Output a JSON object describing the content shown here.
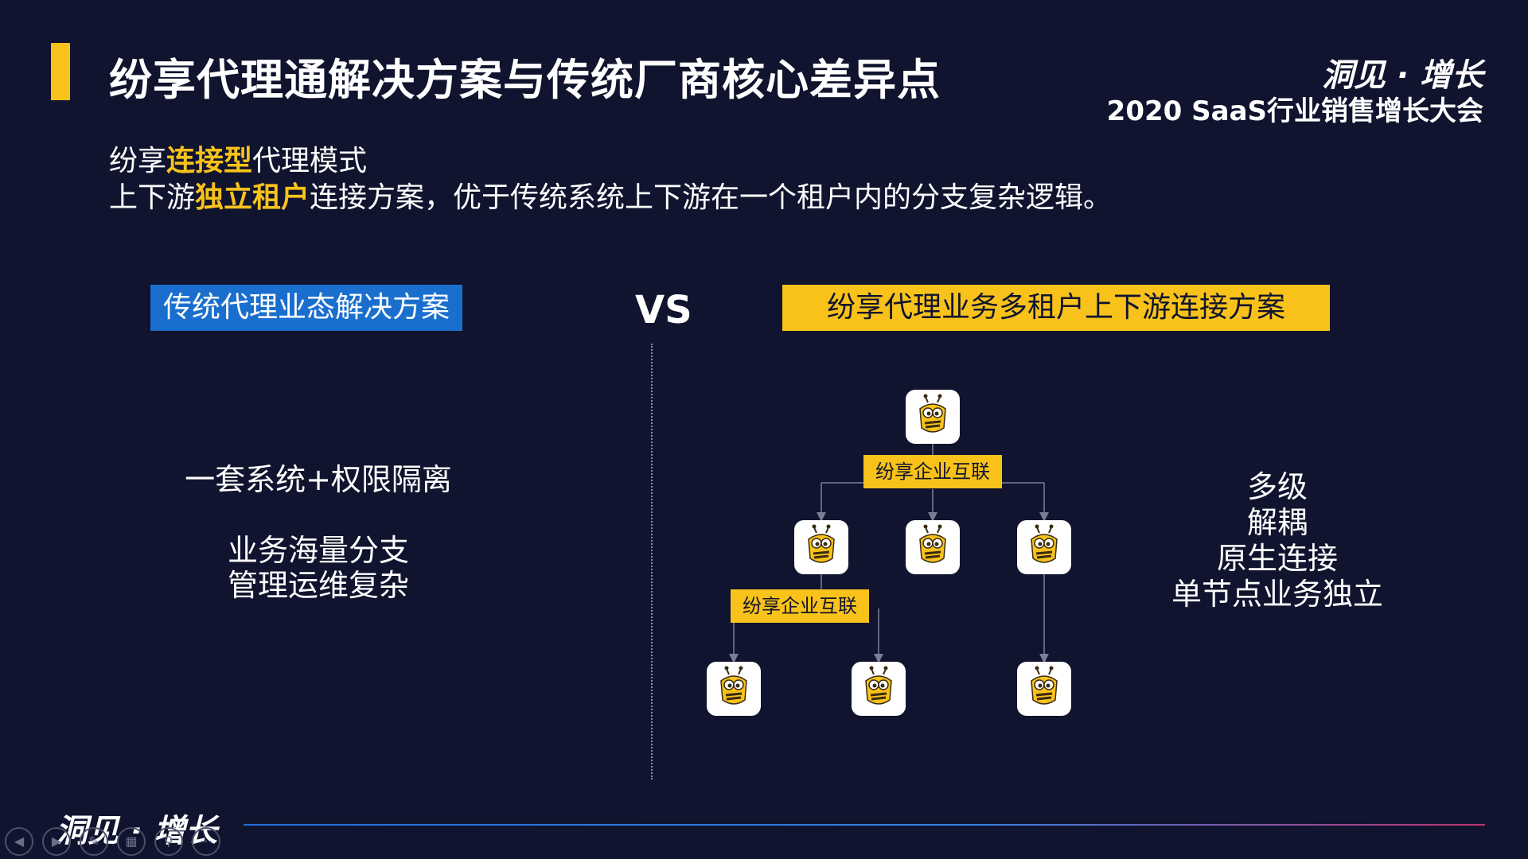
{
  "title": "纷享代理通解决方案与传统厂商核心差异点",
  "brand": {
    "logo": "洞见 · 增长",
    "event": "2020 SaaS行业销售增长大会"
  },
  "intro": {
    "line1_pre": "纷享",
    "line1_hl": "连接型",
    "line1_post": "代理模式",
    "line2_pre": "上下游",
    "line2_hl": "独立租户",
    "line2_post": "连接方案，优于传统系统上下游在一个租户内的分支复杂逻辑。"
  },
  "left": {
    "tag": "传统代理业态解决方案",
    "line1": "一套系统+权限隔离",
    "line2": "业务海量分支",
    "line3": "管理运维复杂"
  },
  "vs": "VS",
  "right": {
    "tag": "纷享代理业务多租户上下游连接方案",
    "chip1": "纷享企业互联",
    "chip2": "纷享企业互联",
    "line1": "多级",
    "line2": "解耦",
    "line3": "原生连接",
    "line4": "单节点业务独立"
  },
  "footer": {
    "logo": "洞见 · 增长"
  },
  "icons": {
    "node": "bee-app-icon",
    "nav_prev": "arrow-left-icon",
    "nav_next": "arrow-right-icon",
    "pen": "pen-icon",
    "slides": "slides-icon",
    "zoom": "zoom-icon",
    "more": "more-icon"
  },
  "colors": {
    "background": "#10142e",
    "accent_yellow": "#f8c21a",
    "accent_blue": "#1a6fce"
  }
}
